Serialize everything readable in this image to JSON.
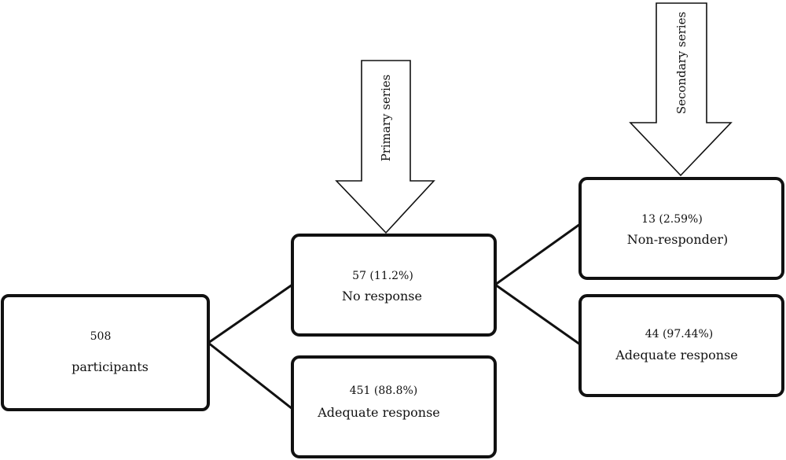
{
  "root": {
    "count": "508",
    "label": "participants"
  },
  "primary": {
    "arrow_label": "Primary series",
    "no_response": {
      "count": "57 (11.2%)",
      "label": "No response"
    },
    "adequate": {
      "count": "451 (88.8%)",
      "label": "Adequate response"
    }
  },
  "secondary": {
    "arrow_label": "Secondary series",
    "non_responder": {
      "count": "13 (2.59%)",
      "label": "Non-responder)"
    },
    "adequate": {
      "count": "44 (97.44%)",
      "label": "Adequate response"
    }
  }
}
